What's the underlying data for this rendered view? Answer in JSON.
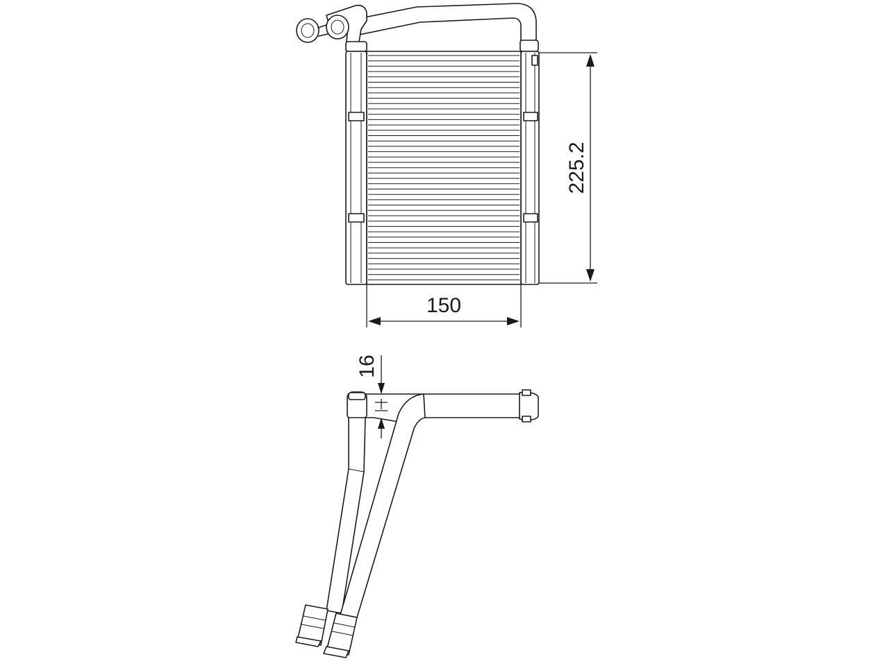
{
  "drawing": {
    "dimensions": {
      "width": "150",
      "height": "225.2",
      "tube_thickness": "16"
    },
    "line_color": "#1a1a1a",
    "background": "#ffffff"
  }
}
